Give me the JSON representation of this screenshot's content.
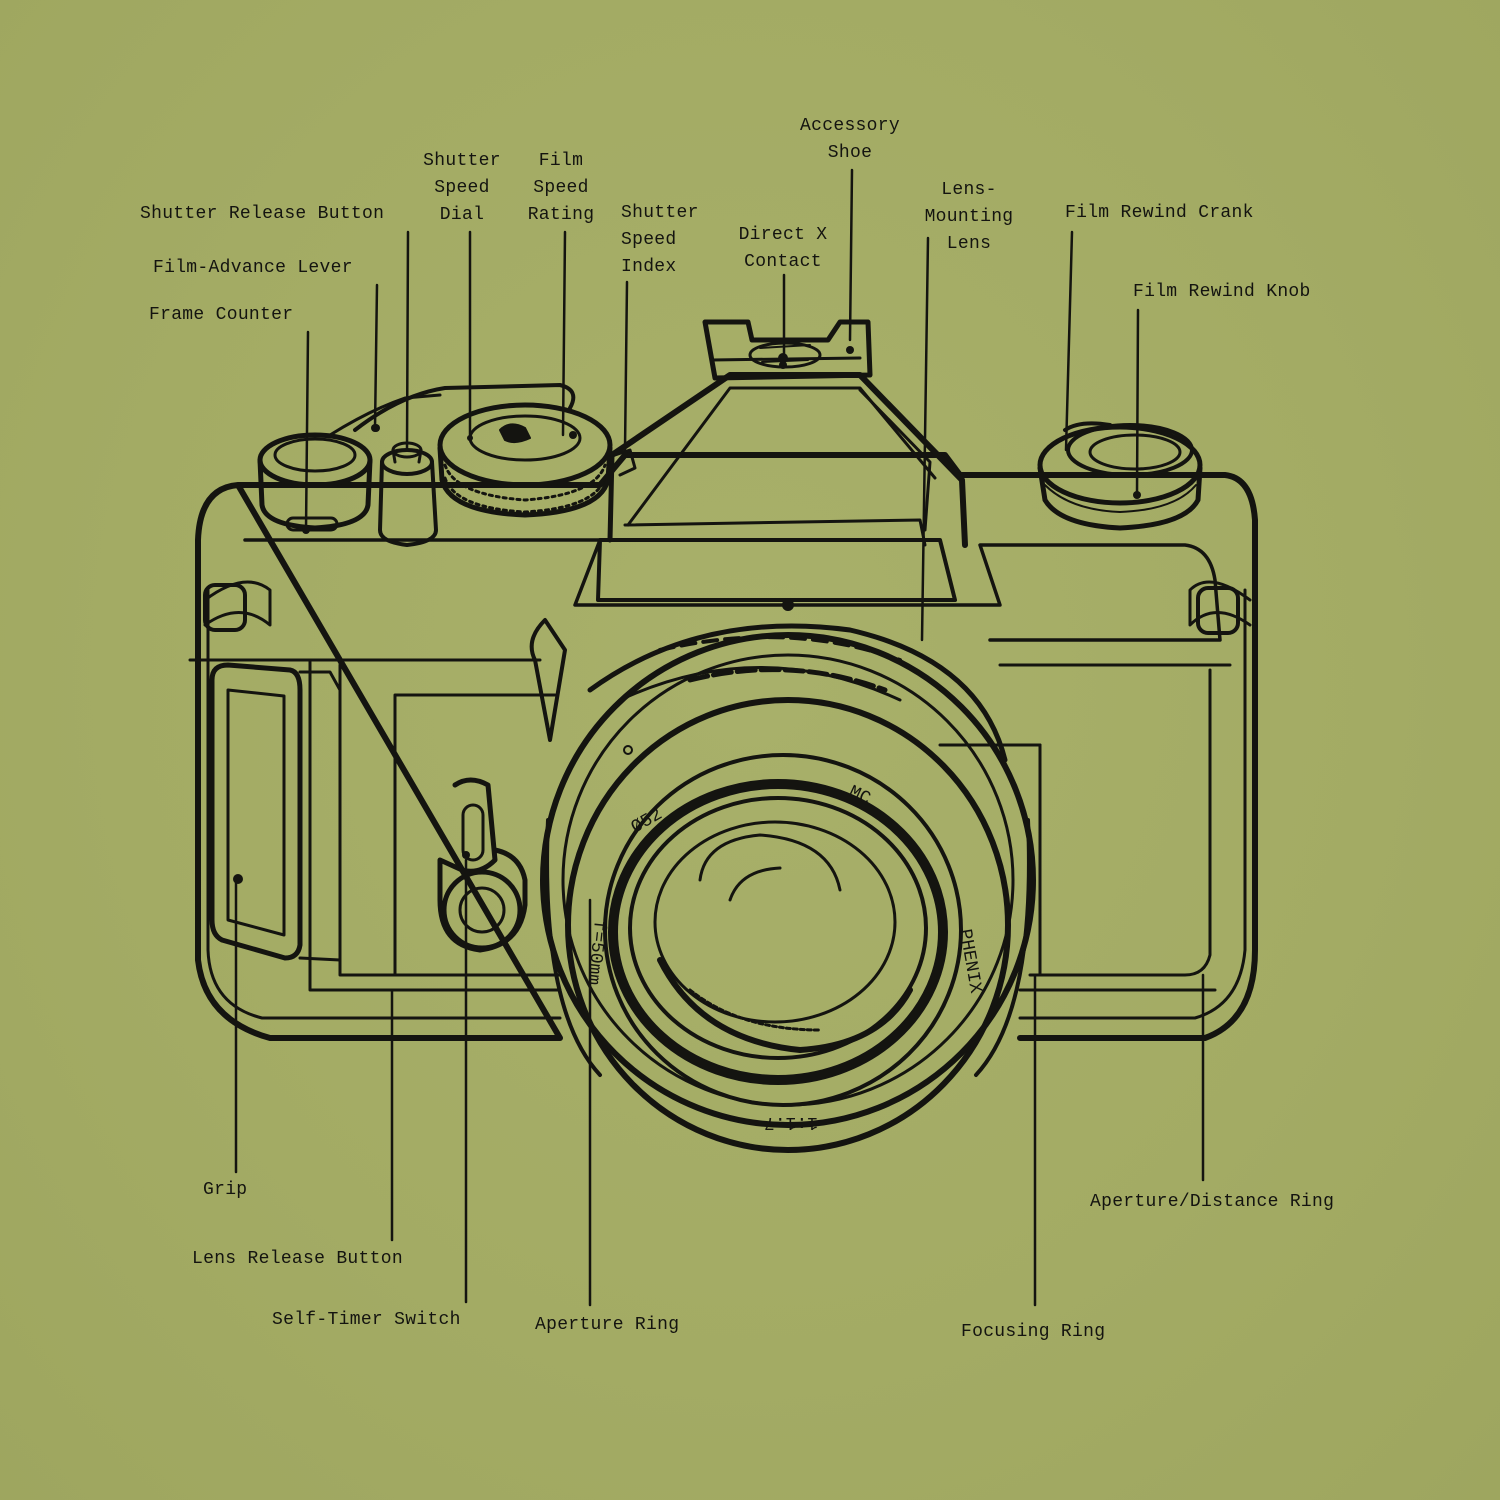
{
  "labels": {
    "accessory_shoe": "Accessory\nShoe",
    "shutter_speed_dial": "Shutter\nSpeed\nDial",
    "film_speed_rating": "Film\nSpeed\nRating",
    "shutter_speed_index": "Shutter\nSpeed\nIndex",
    "direct_x_contact": "Direct X\nContact",
    "lens_mounting_lens": "Lens-\nMounting\nLens",
    "film_rewind_crank": "Film Rewind Crank",
    "film_rewind_knob": "Film Rewind Knob",
    "shutter_release_button": "Shutter Release Button",
    "film_advance_lever": "Film-Advance Lever",
    "frame_counter": "Frame Counter",
    "grip": "Grip",
    "lens_release_button": "Lens Release Button",
    "self_timer_switch": "Self-Timer Switch",
    "aperture_ring": "Aperture Ring",
    "focusing_ring": "Focusing Ring",
    "aperture_distance_ring": "Aperture/Distance Ring"
  },
  "lens_markings": {
    "filter_size": "Ø52",
    "coating": "MC",
    "brand": "PHENIX",
    "max_aperture": "1:1.7",
    "focal_length": "f=50mm"
  },
  "colors": {
    "background": "#a4ac66",
    "ink": "#141410"
  }
}
